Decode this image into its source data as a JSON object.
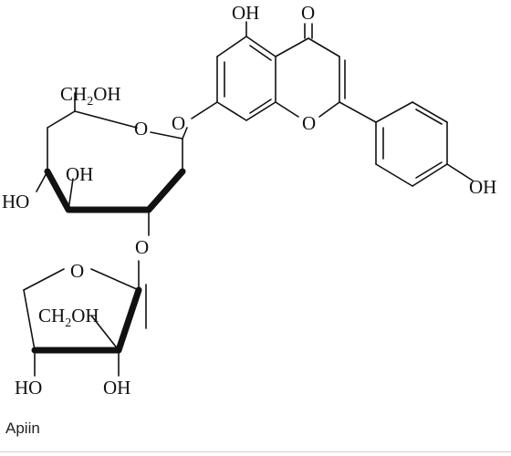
{
  "caption": "Apiin",
  "labels": {
    "oh_5": "OH",
    "carbonyl_o": "O",
    "ring_o_chromone": "O",
    "glycoside_o_7": "O",
    "oh_4prime": "OH",
    "ch2oh_glucose": "CH",
    "ch2oh_glucose_sub": "2",
    "ch2oh_glucose_tail": "OH",
    "ring_o_glucose": "O",
    "oh_glucose_3": "OH",
    "ho_glucose_4": "HO",
    "glycoside_o_2": "O",
    "ring_o_apiose": "O",
    "ch2oh_apiose": "CH",
    "ch2oh_apiose_sub": "2",
    "ch2oh_apiose_tail": "OH",
    "ho_apiose": "HO",
    "oh_apiose": "OH"
  }
}
